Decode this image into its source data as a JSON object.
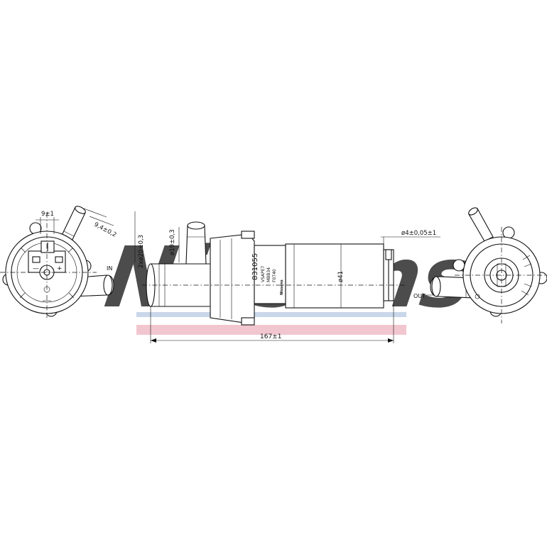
{
  "watermark": {
    "text": "Nissens",
    "color": "#b9cde4",
    "band_blue": "#c9d7ea",
    "band_pink": "#f2c6cf"
  },
  "left_view": {
    "dim_9": "9±1",
    "dim_94": "9,4±0,2",
    "in_label": "IN"
  },
  "side_view": {
    "dim_2x20": "2xø20±0,3",
    "dim_19": "ø19±0,3",
    "dim_4": "ø4±0,05±1",
    "dim_41": "ø41",
    "dim_167": "167±1",
    "part_no": "831055",
    "label_lines": [
      "VSAPE7",
      "MBB34",
      "F0740"
    ],
    "brand_small": "Nissens"
  },
  "right_view": {
    "out_label": "OUT"
  }
}
